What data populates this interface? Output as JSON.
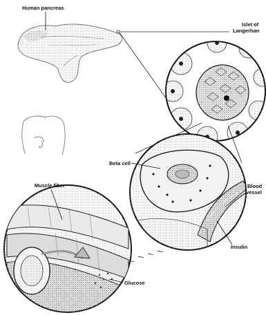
{
  "figure": {
    "labels": {
      "human_pancreas": "Human pancreas",
      "islet_line1": "Islet of",
      "islet_line2": "Langerhan",
      "beta_cell": "Beta cell",
      "blood_line1": "Blood",
      "blood_line2": "vessel",
      "muscle_fiber": "Muscle fiber",
      "insulin": "Insulin",
      "glucose": "Glucose"
    },
    "colors": {
      "ink": "#111111",
      "stipple": "#9a9a9a",
      "shade": "#cfcfcf",
      "paper": "#ffffff"
    }
  }
}
